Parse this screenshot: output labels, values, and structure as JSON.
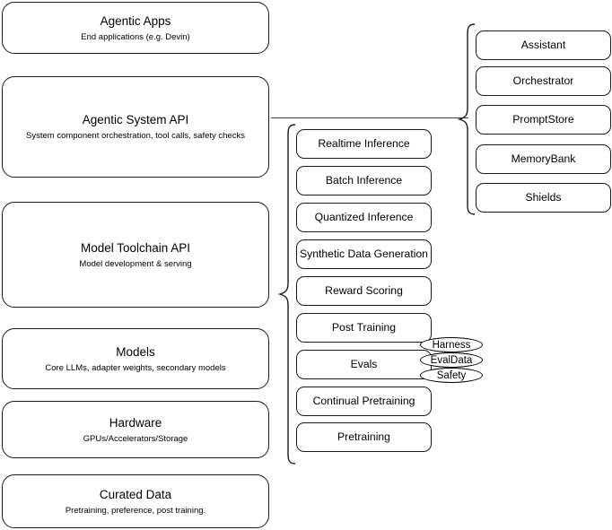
{
  "diagram": {
    "title": "AI Stack Layers Diagram",
    "stroke_color": "#1a1a1a",
    "background_color": "#ffffff",
    "layers": [
      {
        "id": "agentic-apps",
        "title": "Agentic Apps",
        "subtitle": "End applications (e.g. Devin)"
      },
      {
        "id": "agentic-system-api",
        "title": "Agentic System API",
        "subtitle": "System component orchestration, tool calls, safety checks"
      },
      {
        "id": "model-toolchain-api",
        "title": "Model Toolchain API",
        "subtitle": "Model development & serving"
      },
      {
        "id": "models",
        "title": "Models",
        "subtitle": "Core LLMs, adapter weights, secondary models"
      },
      {
        "id": "hardware",
        "title": "Hardware",
        "subtitle": "GPUs/Accelerators/Storage"
      },
      {
        "id": "curated-data",
        "title": "Curated Data",
        "subtitle": "Pretraining, preference, post training."
      }
    ],
    "toolchain_components": [
      {
        "id": "realtime-inference",
        "label": "Realtime Inference"
      },
      {
        "id": "batch-inference",
        "label": "Batch Inference"
      },
      {
        "id": "quantized-inference",
        "label": "Quantized Inference"
      },
      {
        "id": "synthetic-data-generation",
        "label": "Synthetic Data Generation"
      },
      {
        "id": "reward-scoring",
        "label": "Reward Scoring"
      },
      {
        "id": "post-training",
        "label": "Post Training"
      },
      {
        "id": "evals",
        "label": "Evals"
      },
      {
        "id": "continual-pretraining",
        "label": "Continual Pretraining"
      },
      {
        "id": "pretraining",
        "label": "Pretraining"
      }
    ],
    "system_components": [
      {
        "id": "assistant",
        "label": "Assistant"
      },
      {
        "id": "orchestrator",
        "label": "Orchestrator"
      },
      {
        "id": "promptstore",
        "label": "PromptStore"
      },
      {
        "id": "memorybank",
        "label": "MemoryBank"
      },
      {
        "id": "shields",
        "label": "Shields"
      }
    ],
    "eval_badges": [
      {
        "id": "harness",
        "label": "Harness"
      },
      {
        "id": "evaldata",
        "label": "EvalData"
      },
      {
        "id": "safety",
        "label": "Safety"
      }
    ]
  }
}
